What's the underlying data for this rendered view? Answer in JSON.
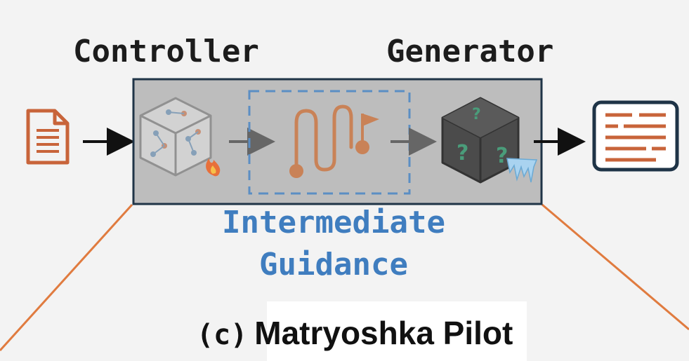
{
  "labels": {
    "controller": "Controller",
    "generator": "Generator",
    "guidance_line1": "Intermediate",
    "guidance_line2": "Guidance"
  },
  "caption": {
    "prefix": "(c)",
    "title": "Matryoshka Pilot"
  },
  "icons": {
    "input": "document-icon",
    "controller": "neural-network-cube-icon",
    "controller_badge": "fire-icon",
    "guidance": "winding-path-with-flag-icon",
    "generator": "question-mark-black-box-icon",
    "generator_badge": "ice-icon",
    "output": "text-lines-output-icon"
  },
  "colors": {
    "orange": "#c8643a",
    "blue_dashed": "#5b8ec4",
    "box_border": "#1f3447",
    "highlight_fill": "#bdbdbd",
    "guidance_text": "#3f7dbf",
    "connector_lines": "#e07b3f"
  }
}
